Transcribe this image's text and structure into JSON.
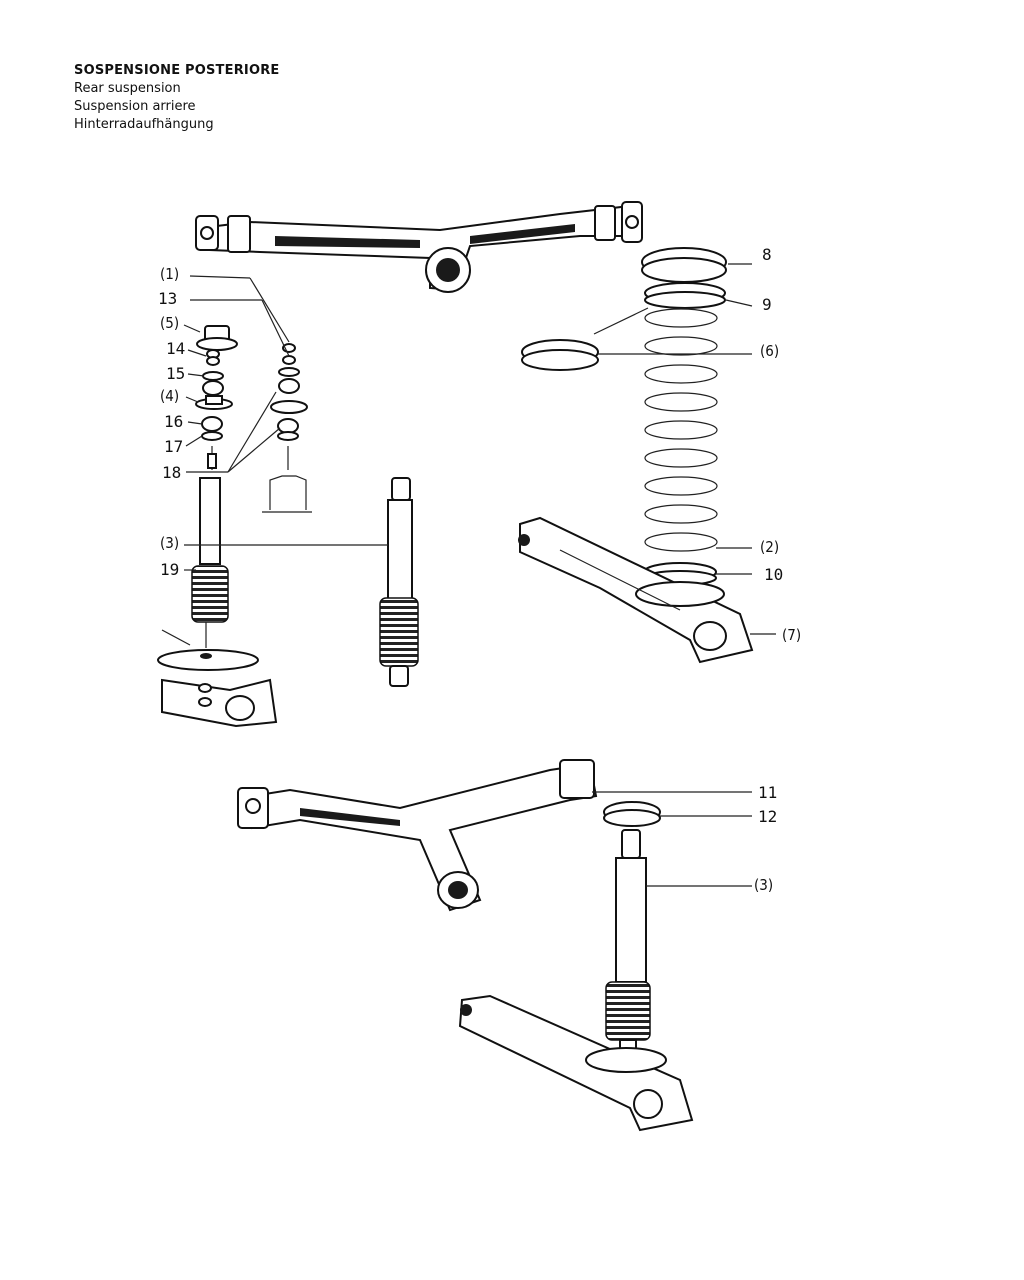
{
  "title": {
    "it": "SOSPENSIONE POSTERIORE",
    "en": "Rear suspension",
    "fr": "Suspension arriere",
    "de": "Hinterradaufhängung"
  },
  "labels": {
    "l1": "(1)",
    "l13": "13",
    "l5": "(5)",
    "l14": "14",
    "l15": "15",
    "l4": "(4)",
    "l16": "16",
    "l17": "17",
    "l18": "18",
    "l3a": "(3)",
    "l19": "19",
    "l8": "8",
    "l9": "9",
    "l6": "(6)",
    "l2": "(2)",
    "l10": "10",
    "l7": "(7)",
    "l11": "11",
    "l12": "12",
    "l3b": "(3)"
  }
}
